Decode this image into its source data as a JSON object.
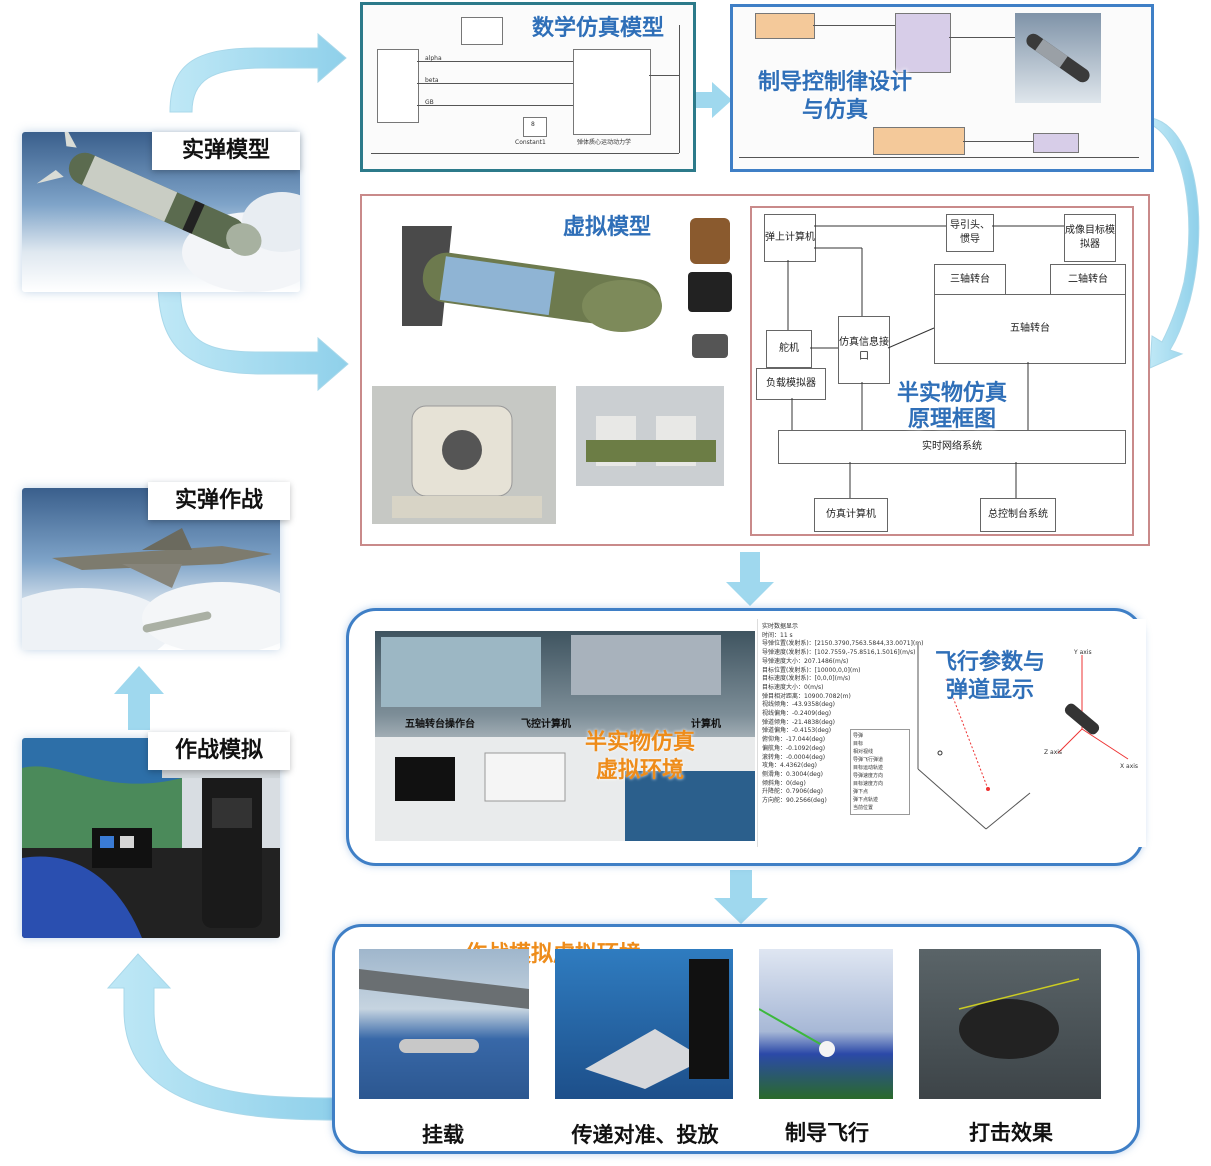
{
  "left_column": {
    "live_missile_model": "实弹模型",
    "live_missile_combat": "实弹作战",
    "combat_simulation": "作战模拟"
  },
  "top_row": {
    "math_model_title": "数学仿真模型",
    "guidance_title_line1": "制导控制律设计",
    "guidance_title_line2": "与仿真",
    "math_blocks": [
      "alpha",
      "beta",
      "GB",
      "Constant1",
      "8",
      "弹体质心运动动力学"
    ]
  },
  "middle_panel": {
    "virtual_model_title": "虚拟模型",
    "diagram_title_line1": "半实物仿真",
    "diagram_title_line2": "原理框图",
    "diagram_boxes": {
      "onboard_computer": "弹上计算机",
      "seeker": "导引头、惯导",
      "imaging_target": "成像目标模拟器",
      "three_axis": "三轴转台",
      "two_axis": "二轴转台",
      "five_axis": "五轴转台",
      "actuator": "舵机",
      "sim_interface": "仿真信息接口",
      "load_sim": "负载模拟器",
      "realtime_net": "实时网络系统",
      "sim_computer": "仿真计算机",
      "master_console": "总控制台系统"
    }
  },
  "semi_physical": {
    "env_title_line1": "半实物仿真",
    "env_title_line2": "虚拟环境",
    "console_label1": "五轴转台操作台",
    "console_label2": "飞控计算机",
    "console_label3": "计算机",
    "flight_title_line1": "飞行参数与",
    "flight_title_line2": "弹道显示",
    "data_header": "实时数据显示",
    "data_lines": [
      "时间：11 s",
      "导弹位置(发射系)：[2150.3790,7563.5844,33.0071](m)",
      "导弹速度(发射系)：[102.7559,-75.8516,1.5016](m/s)",
      "导弹速度大小：207.1486(m/s)",
      "目标位置(发射系)：[10000,0,0](m)",
      "目标速度(发射系)：[0,0,0](m/s)",
      "目标速度大小：0(m/s)",
      "弹目相对距离：10900.7082(m)",
      "视线倾角：-43.9358(deg)",
      "视线偏角：-0.2409(deg)",
      "弹道倾角：-21.4838(deg)",
      "弹道偏角：-0.4153(deg)",
      "俯仰角：-17.044(deg)",
      "偏航角：-0.1092(deg)",
      "滚转角：-0.0004(deg)",
      "攻角：4.4362(deg)",
      "侧滑角：0.3004(deg)",
      "倾斜角：0(deg)",
      "升降舵：0.7906(deg)",
      "方向舵：90.2566(deg)"
    ],
    "legend": [
      "导弹",
      "目标",
      "相对视线",
      "导弹飞行弹道",
      "目标运动轨迹",
      "导弹速度方向",
      "目标速度方向",
      "弹下点",
      "弹下点轨迹",
      "当前位置"
    ],
    "axis_labels": [
      "Y axis",
      "Z axis",
      "X axis"
    ]
  },
  "bottom_panel": {
    "title": "作战模拟虚拟环境",
    "labels": [
      "挂载",
      "传递对准、投放",
      "制导飞行",
      "打击效果"
    ]
  },
  "colors": {
    "arrow": "#9fd8ee",
    "panel_border_blue": "#3f7fc6",
    "panel_border_red": "#c98a8a",
    "title_blue": "#2f6fb8",
    "title_orange": "#ee8c1a"
  }
}
